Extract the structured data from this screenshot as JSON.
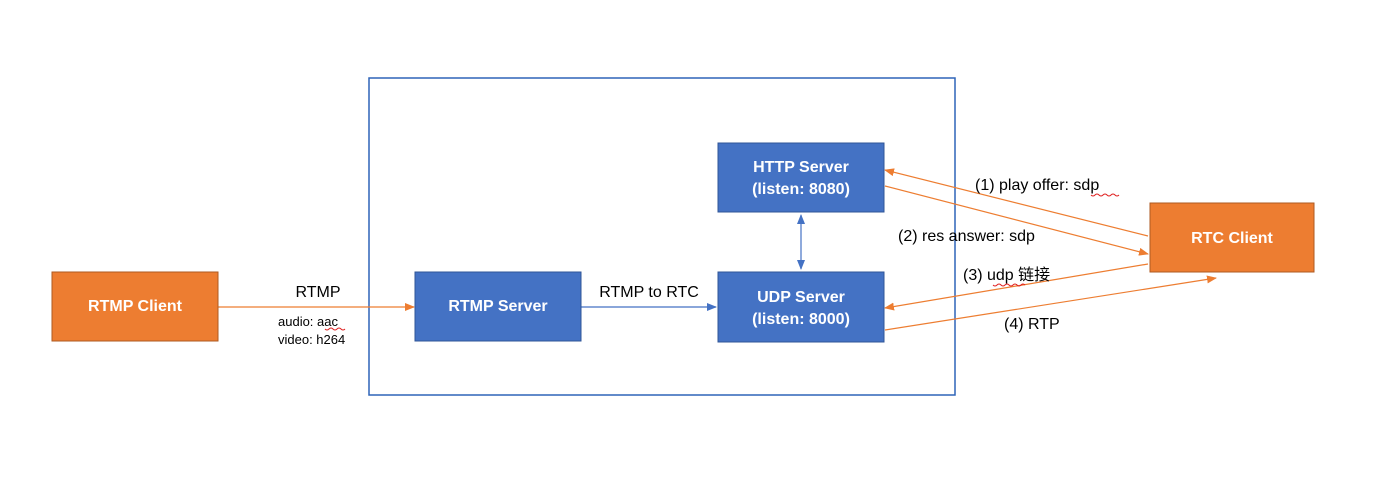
{
  "nodes": {
    "rtmp_client": {
      "label": "RTMP Client"
    },
    "rtmp_server": {
      "label": "RTMP Server"
    },
    "http_server": {
      "line1": "HTTP Server",
      "line2": "(listen: 8080)"
    },
    "udp_server": {
      "line1": "UDP Server",
      "line2": "(listen: 8000)"
    },
    "rtc_client": {
      "label": "RTC Client"
    }
  },
  "edges": {
    "rtmp_in": {
      "label": "RTMP",
      "detail1": "audio: aac",
      "detail2": "video: h264"
    },
    "rtmp_to_rtc": {
      "label": "RTMP to RTC"
    },
    "step1": {
      "label": "(1) play offer: sdp"
    },
    "step2": {
      "label": "(2) res answer: sdp"
    },
    "step3": {
      "label": "(3) udp 链接"
    },
    "step4": {
      "label": "(4) RTP"
    }
  },
  "colors": {
    "orange": "#ed7d31",
    "orange_border": "#ae5a21",
    "blue": "#4472c4",
    "blue_border": "#2f5597",
    "container_border": "#2e64b8"
  }
}
